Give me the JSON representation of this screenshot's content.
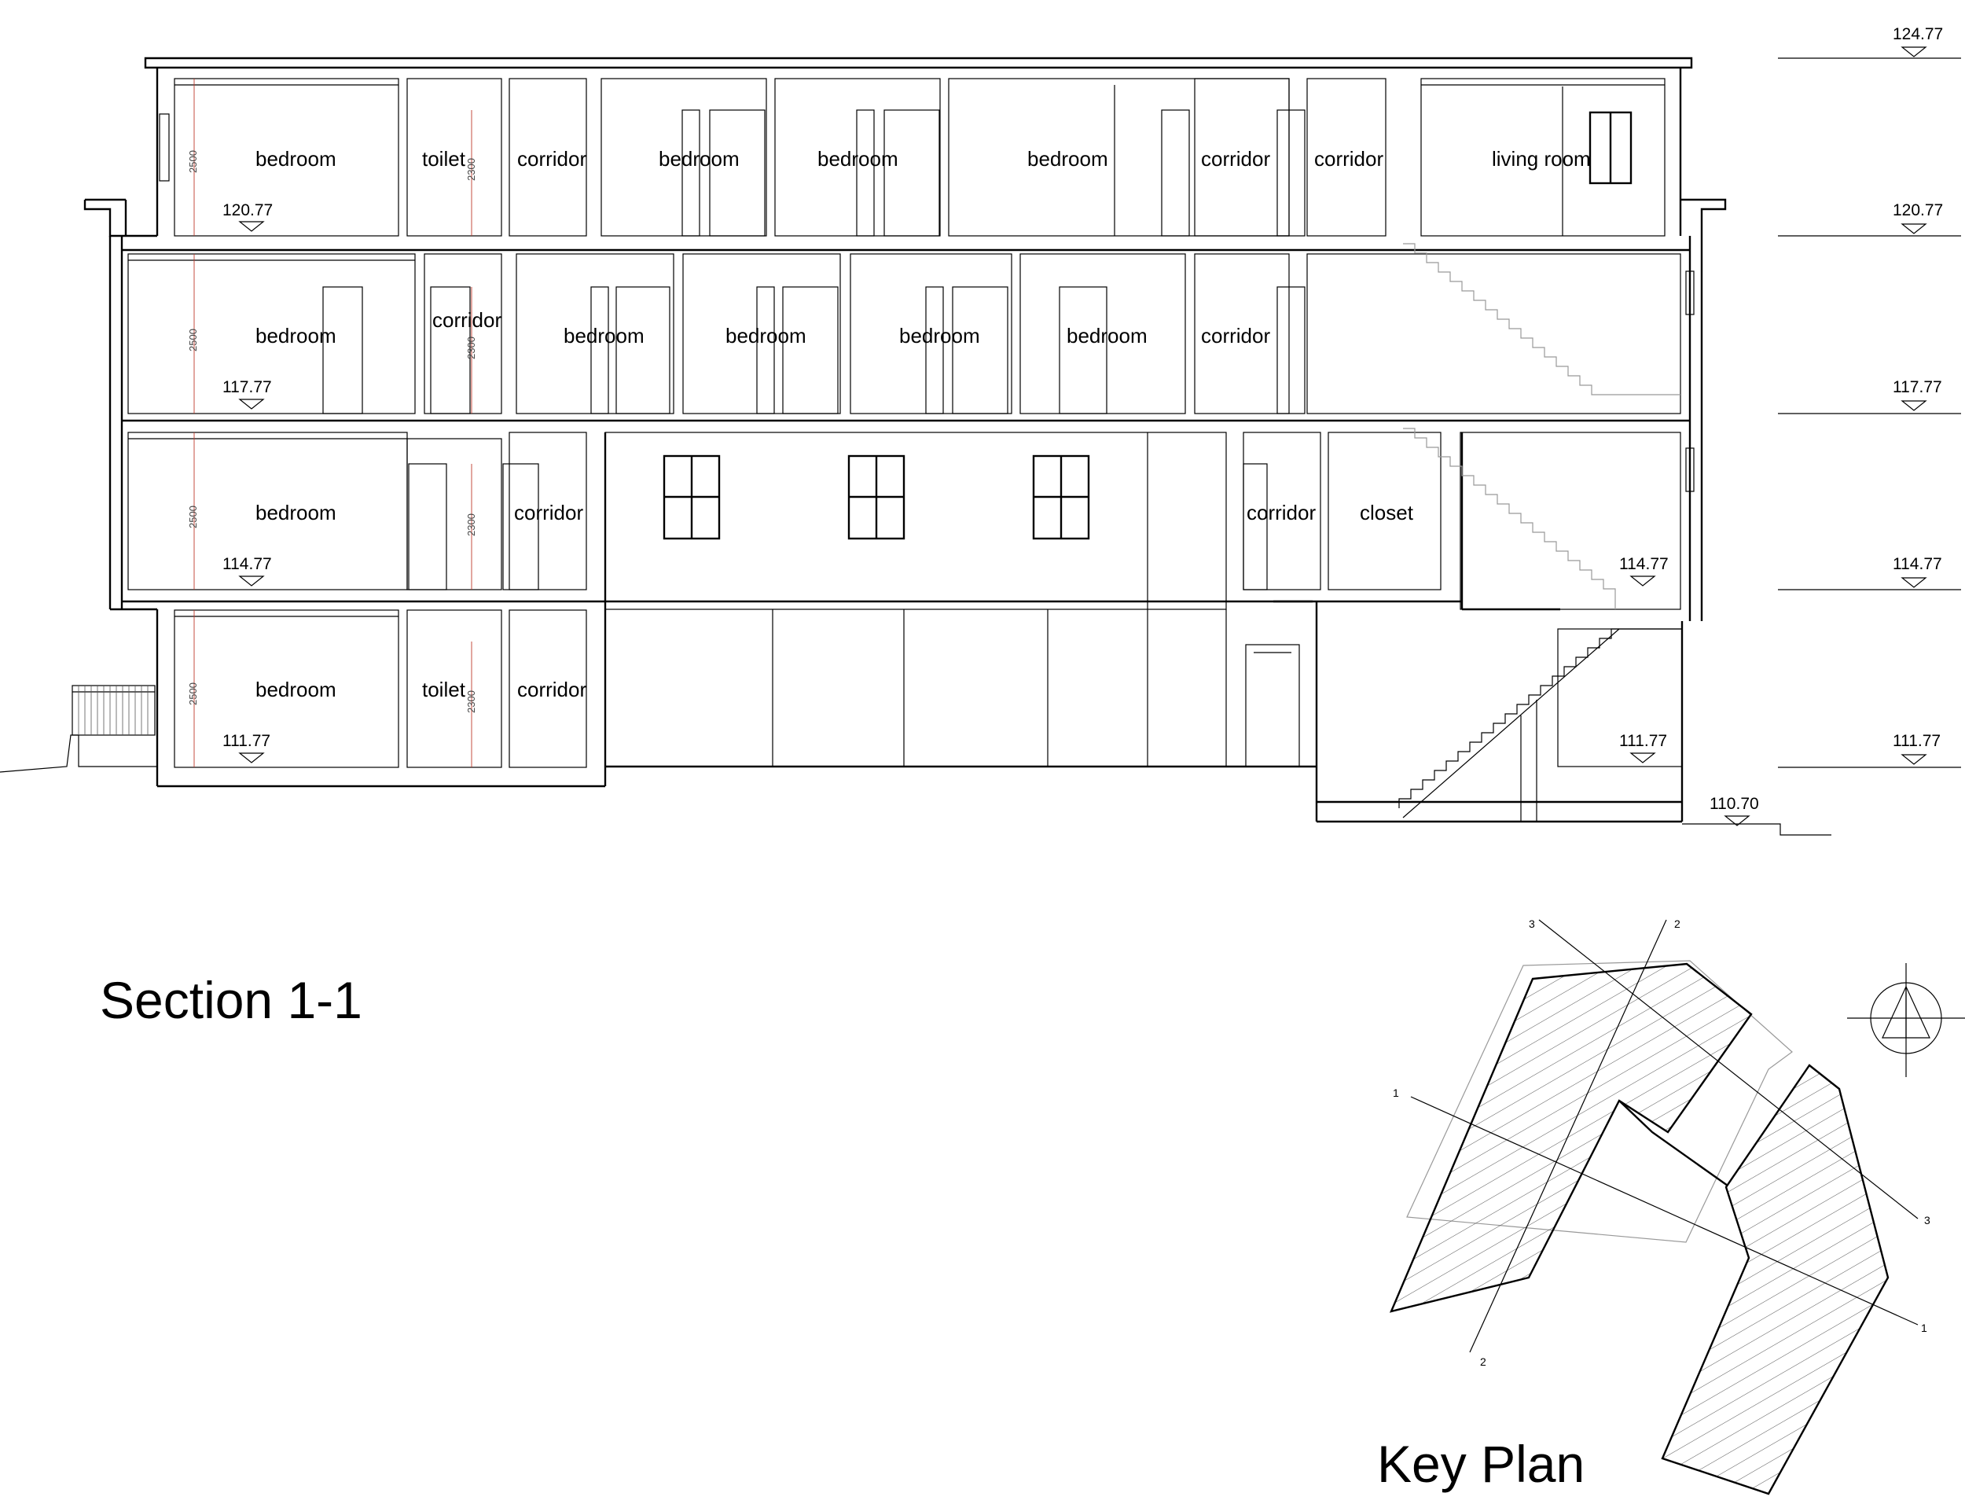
{
  "titles": {
    "section": "Section 1-1",
    "key_plan": "Key Plan"
  },
  "rooms": {
    "floor4": [
      "bedroom",
      "toilet",
      "corridor",
      "bedroom",
      "bedroom",
      "bedroom",
      "corridor",
      "corridor",
      "living room"
    ],
    "floor3": [
      "bedroom",
      "corridor",
      "bedroom",
      "bedroom",
      "bedroom",
      "bedroom",
      "corridor"
    ],
    "floor2": [
      "bedroom",
      "corridor",
      "corridor",
      "closet"
    ],
    "floor1": [
      "bedroom",
      "toilet",
      "corridor"
    ]
  },
  "levels": {
    "roof": "124.77",
    "l4": "120.77",
    "l3": "117.77",
    "l2": "114.77",
    "l1": "111.77",
    "ground": "110.70"
  },
  "dimensions": {
    "floor_height": "2500",
    "door_height": "2300"
  },
  "key_plan_marks": {
    "s1": "1",
    "s2": "2",
    "s3": "3"
  }
}
